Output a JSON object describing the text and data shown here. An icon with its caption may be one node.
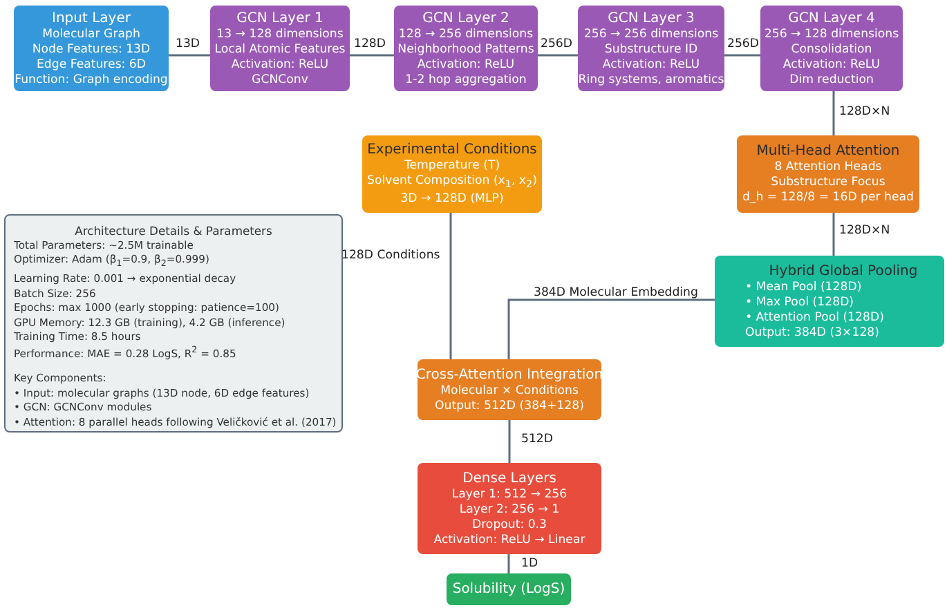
{
  "diagram": {
    "nodes": [
      {
        "text": [
          "Input Layer",
          "Molecular Graph",
          "Node Features: 13D",
          "Edge Features: 6D",
          "Function: Graph encoding"
        ]
      },
      {
        "text": [
          "GCN Layer 1",
          "13 → 128 dimensions",
          "Local Atomic Features",
          "Activation: ReLU",
          "GCNConv"
        ]
      },
      {
        "text": [
          "GCN Layer 2",
          "128 → 256 dimensions",
          "Neighborhood Patterns",
          "Activation: ReLU",
          "1-2 hop aggregation"
        ]
      },
      {
        "text": [
          "GCN Layer 3",
          "256 → 256 dimensions",
          "Substructure ID",
          "Activation: ReLU",
          "Ring systems, aromatics"
        ]
      },
      {
        "text": [
          "GCN Layer 4",
          "256 → 128 dimensions",
          "Consolidation",
          "Activation: ReLU",
          "Dim reduction"
        ]
      },
      {
        "text": [
          "Experimental Conditions",
          "Temperature (T)",
          "Solvent Composition (x$_{1}$, x$_{2}$)",
          "3D → 128D (MLP)"
        ]
      },
      {
        "text": [
          "Multi-Head Attention",
          "8 Attention Heads",
          "Substructure Focus",
          "d_h = 128/8 = 16D per head"
        ]
      },
      {
        "text": [
          "Architecture Details & Parameters",
          "Total Parameters: ~2.5M trainable",
          "Optimizer: Adam (β$_{1}$=0.9, β$_{2}$=0.999)",
          "Learning Rate: 0.001 → exponential decay",
          "Batch Size: 256",
          "Epochs: max 1000 (early stopping: patience=100)",
          "GPU Memory: 12.3 GB (training), 4.2 GB (inference)",
          "Training Time: 8.5 hours",
          "Performance: MAE = 0.28 LogS, R$^{2}$ = 0.85",
          "Key Components:",
          "• Input: molecular graphs (13D node, 6D edge features)",
          "• GCN: GCNConv modules",
          "• Attention: 8 parallel heads following Veličković et al. (2017)"
        ]
      },
      {
        "text": [
          "Hybrid Global Pooling",
          "• Mean Pool (128D)",
          "• Max Pool (128D)",
          "• Attention Pool (128D)",
          "Output: 384D (3×128)"
        ]
      },
      {
        "text": [
          "Cross-Attention Integration",
          "Molecular × Conditions",
          "Output: 512D (384+128)"
        ]
      },
      {
        "text": [
          "Dense Layers",
          "Layer 1: 512 → 256",
          "Layer 2: 256 → 1",
          "Dropout: 0.3",
          "Activation: ReLU → Linear"
        ]
      },
      {
        "text": [
          "Solubility (LogS)"
        ]
      }
    ],
    "edges": [
      {
        "from": 0,
        "to": 1,
        "arrow": "none",
        "label": "13D"
      },
      {
        "from": 1,
        "to": 2,
        "arrow": "none",
        "label": "128D"
      },
      {
        "from": 2,
        "to": 3,
        "arrow": "none",
        "label": "256D"
      },
      {
        "from": 3,
        "to": 4,
        "arrow": "none",
        "label": "256D"
      },
      {
        "from": 4,
        "to": 6,
        "arrow": "none",
        "label": "128D×N"
      },
      {
        "from": 6,
        "to": 8,
        "arrow": "none",
        "label": "128D×N"
      },
      {
        "from": 5,
        "to": 9,
        "arrow": "none",
        "label": "128D Conditions"
      },
      {
        "from": 8,
        "to": 9,
        "arrow": "none",
        "label": "384D Molecular Embedding"
      },
      {
        "from": 9,
        "to": 10,
        "arrow": "none",
        "label": "512D"
      },
      {
        "from": 10,
        "to": 11,
        "arrow": "none",
        "label": "1D"
      }
    ]
  }
}
